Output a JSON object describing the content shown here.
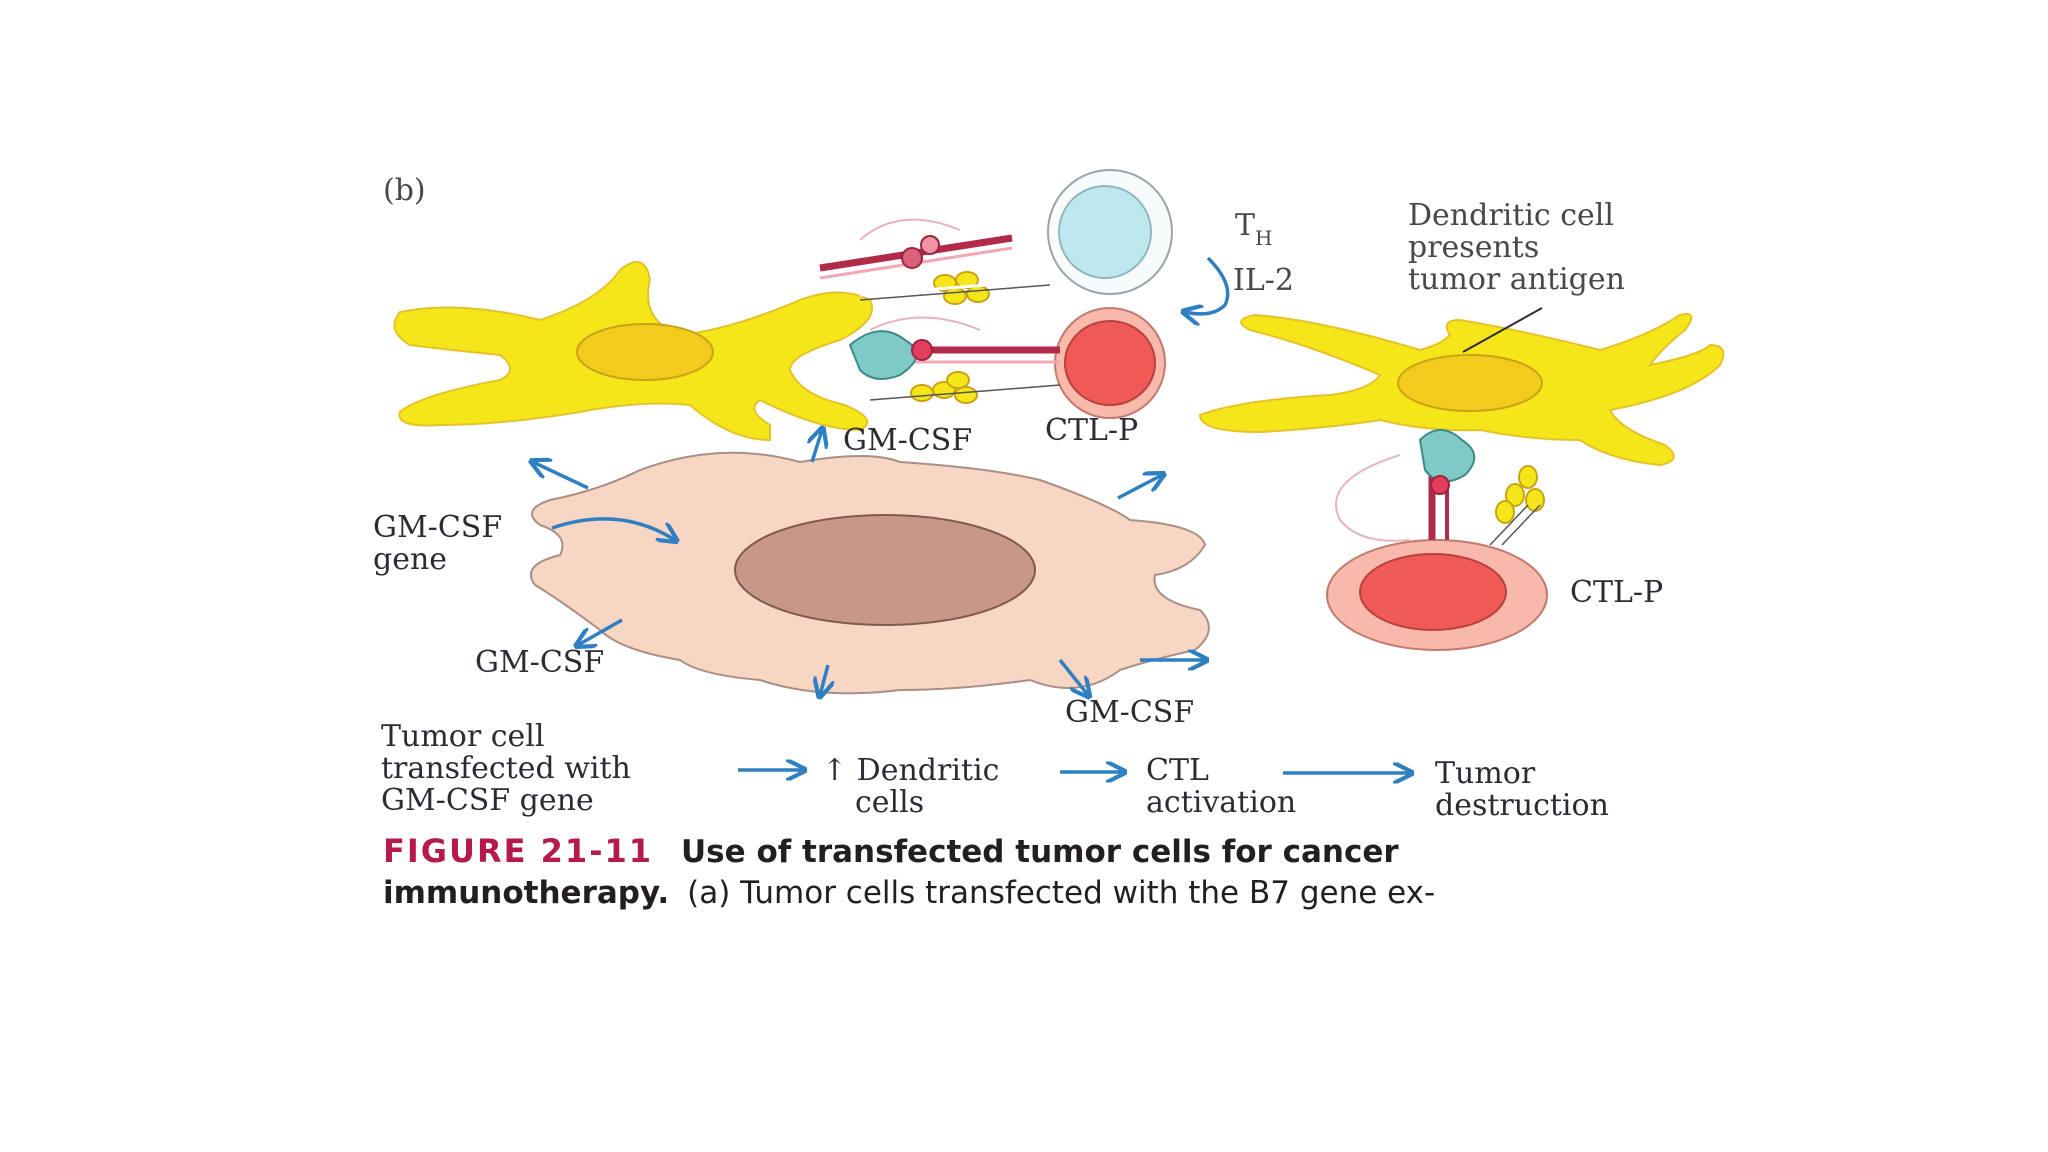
{
  "panel_label": "(b)",
  "labels": {
    "th_main": "T",
    "th_sub": "H",
    "il2": "IL-2",
    "dendritic_line1": "Dendritic cell",
    "dendritic_line2": "presents",
    "dendritic_line3": "tumor antigen",
    "ctlp_top": "CTL-P",
    "ctlp_right": "CTL-P",
    "gmcsf_top": "GM-CSF",
    "gmcsf_gene_line1": "GM-CSF",
    "gmcsf_gene_line2": "gene",
    "gmcsf_left": "GM-CSF",
    "gmcsf_bottom": "GM-CSF"
  },
  "flow": {
    "step1_line1": "Tumor cell",
    "step1_line2": "transfected with",
    "step1_line3": "GM-CSF gene",
    "step2_line1": "↑ Dendritic",
    "step2_line2": "cells",
    "step3_line1": "CTL",
    "step3_line2": "activation",
    "step4_line1": "Tumor",
    "step4_line2": "destruction"
  },
  "caption": {
    "figure_number": "FIGURE 21-11",
    "title_part1": "Use of transfected tumor cells for cancer",
    "title_part2": "immunotherapy.",
    "body": "(a) Tumor cells transfected with the B7 gene ex-"
  },
  "colors": {
    "dendritic_yellow": "#f5e619",
    "th_blue": "#bfe7ee",
    "ctl_red": "#ef5a57",
    "tumor_peach": "#f7d6c3",
    "arrow_blue": "#2f7fc1",
    "caption_red": "#b51a4a"
  }
}
